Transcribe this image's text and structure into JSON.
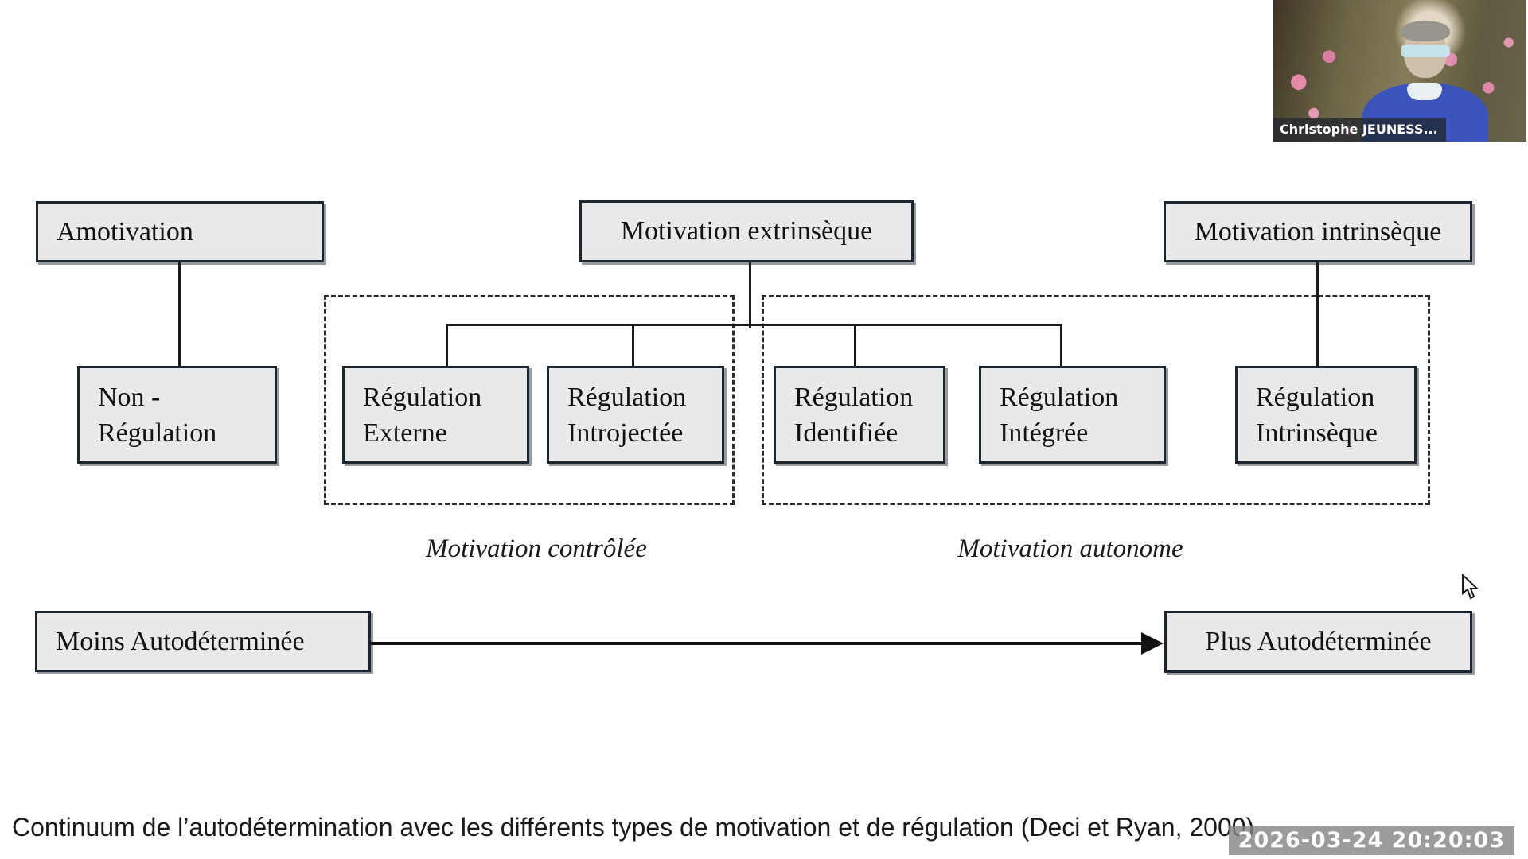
{
  "webcam": {
    "name_label": "Christophe JEUNESS...",
    "colors": {
      "sweater": "#3a53bd",
      "flowers": "#e18ba9",
      "label_bg": "#212730"
    }
  },
  "diagram": {
    "boxes": {
      "amotivation": "Amotivation",
      "motivation_extrinseque": "Motivation extrinsèque",
      "motivation_intrinseque": "Motivation intrinsèque",
      "non_regulation": "Non -\nRégulation",
      "regulation_externe": "Régulation\nExterne",
      "regulation_introjectee": "Régulation\nIntrojectée",
      "regulation_identifiee": "Régulation\nIdentifiée",
      "regulation_integree": "Régulation\nIntégrée",
      "regulation_intrinseque": "Régulation\nIntrinsèque",
      "moins_autodeterminee": "Moins Autodéterminée",
      "plus_autodeterminee": "Plus Autodéterminée"
    },
    "group_labels": {
      "controlled": "Motivation contrôlée",
      "autonomous": "Motivation autonome"
    },
    "colors": {
      "box_fill": "#e9e9e9",
      "box_border": "#1c2631",
      "dashed_border": "#2b2b2b",
      "line": "#1a1a1a"
    }
  },
  "caption": {
    "text": "Continuum de l’autodétermination avec les différents types de motivation et de régulation (Deci et Ryan, 2000)"
  },
  "timestamp": {
    "text": "2026-03-24 20:20:03",
    "bg": "#868686",
    "fg": "#ffffff"
  }
}
